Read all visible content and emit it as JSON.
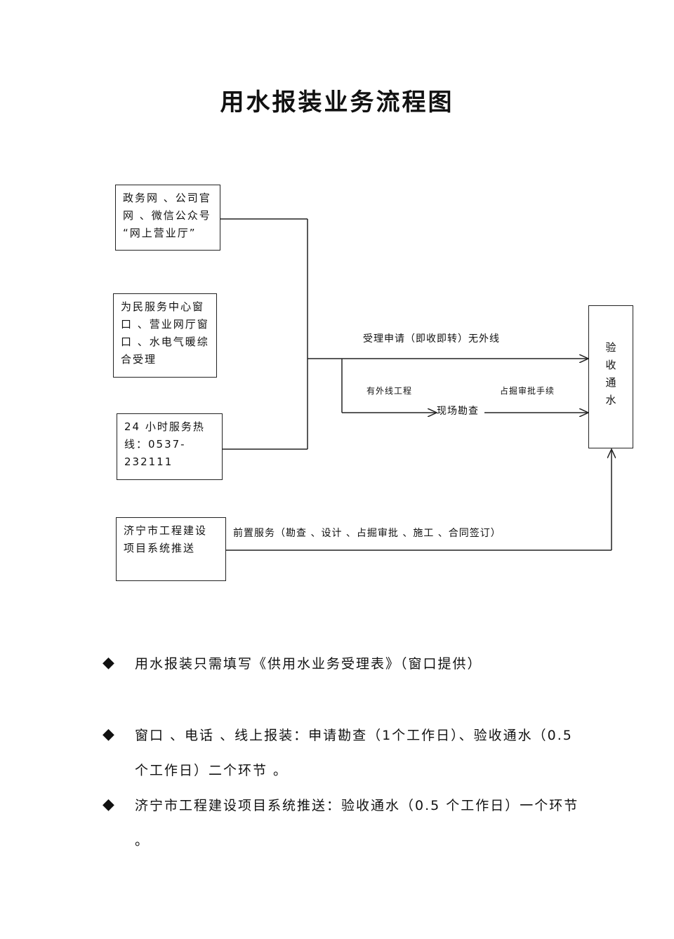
{
  "title": "用水报装业务流程图",
  "channels": {
    "online": "政务网 、公司官网 、微信公众号 “网上营业厅”",
    "window": "为民服务中心窗口 、营业网厅窗口 、水电气暖综合受理",
    "hotline": "24 小时服务热线：0537-232111",
    "project_system": "济宁市工程建设项目系统推送"
  },
  "edges": {
    "accept_no_line": "受理申请（即收即转）无外线",
    "has_line": "有外线工程",
    "survey": "现场勘查",
    "permit": "占掘审批手续",
    "pre_service": "前置服务（勘查 、设计 、占掘审批 、施工 、合同签订）"
  },
  "target": "验收通水",
  "notes": [
    "用水报装只需填写《供用水业务受理表》（窗口提供）",
    "窗口 、电话 、线上报装：申请勘查（1个工作日）、验收通水（0.5个工作日）二个环节 。",
    "济宁市工程建设项目系统推送：验收通水（0.5 个工作日）一个环节 。"
  ],
  "icons": {
    "bullet": "diamond-bullet-icon"
  }
}
